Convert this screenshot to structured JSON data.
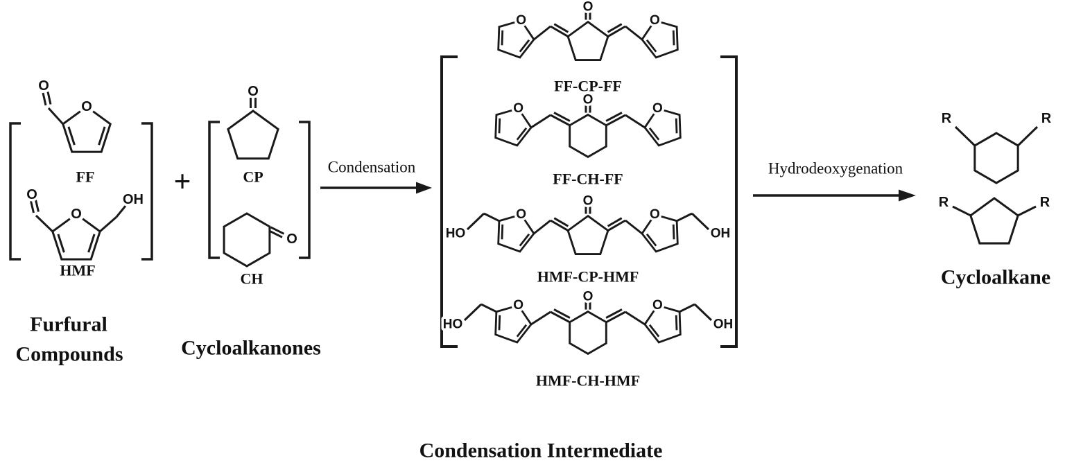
{
  "scheme": {
    "reactant_group_1": {
      "caption_line1": "Furfural",
      "caption_line2": "Compounds",
      "compound_1_label": "FF",
      "compound_2_label": "HMF"
    },
    "plus_sign": "+",
    "reactant_group_2": {
      "caption": "Cycloalkanones",
      "compound_1_label": "CP",
      "compound_2_label": "CH"
    },
    "reaction_step_1": {
      "label": "Condensation"
    },
    "intermediate_group": {
      "caption": "Condensation Intermediate",
      "compound_1_label": "FF-CP-FF",
      "compound_2_label": "FF-CH-FF",
      "compound_3_label": "HMF-CP-HMF",
      "compound_4_label": "HMF-CH-HMF"
    },
    "reaction_step_2": {
      "label": "Hydrodeoxygenation"
    },
    "product_group": {
      "caption": "Cycloalkane",
      "substituent_label": "R"
    },
    "atom_labels": {
      "oxygen": "O",
      "hydroxyl": "OH",
      "hydroxyl_reversed": "HO"
    },
    "colors": {
      "ink": "#1a1a1a",
      "background": "#ffffff"
    }
  }
}
